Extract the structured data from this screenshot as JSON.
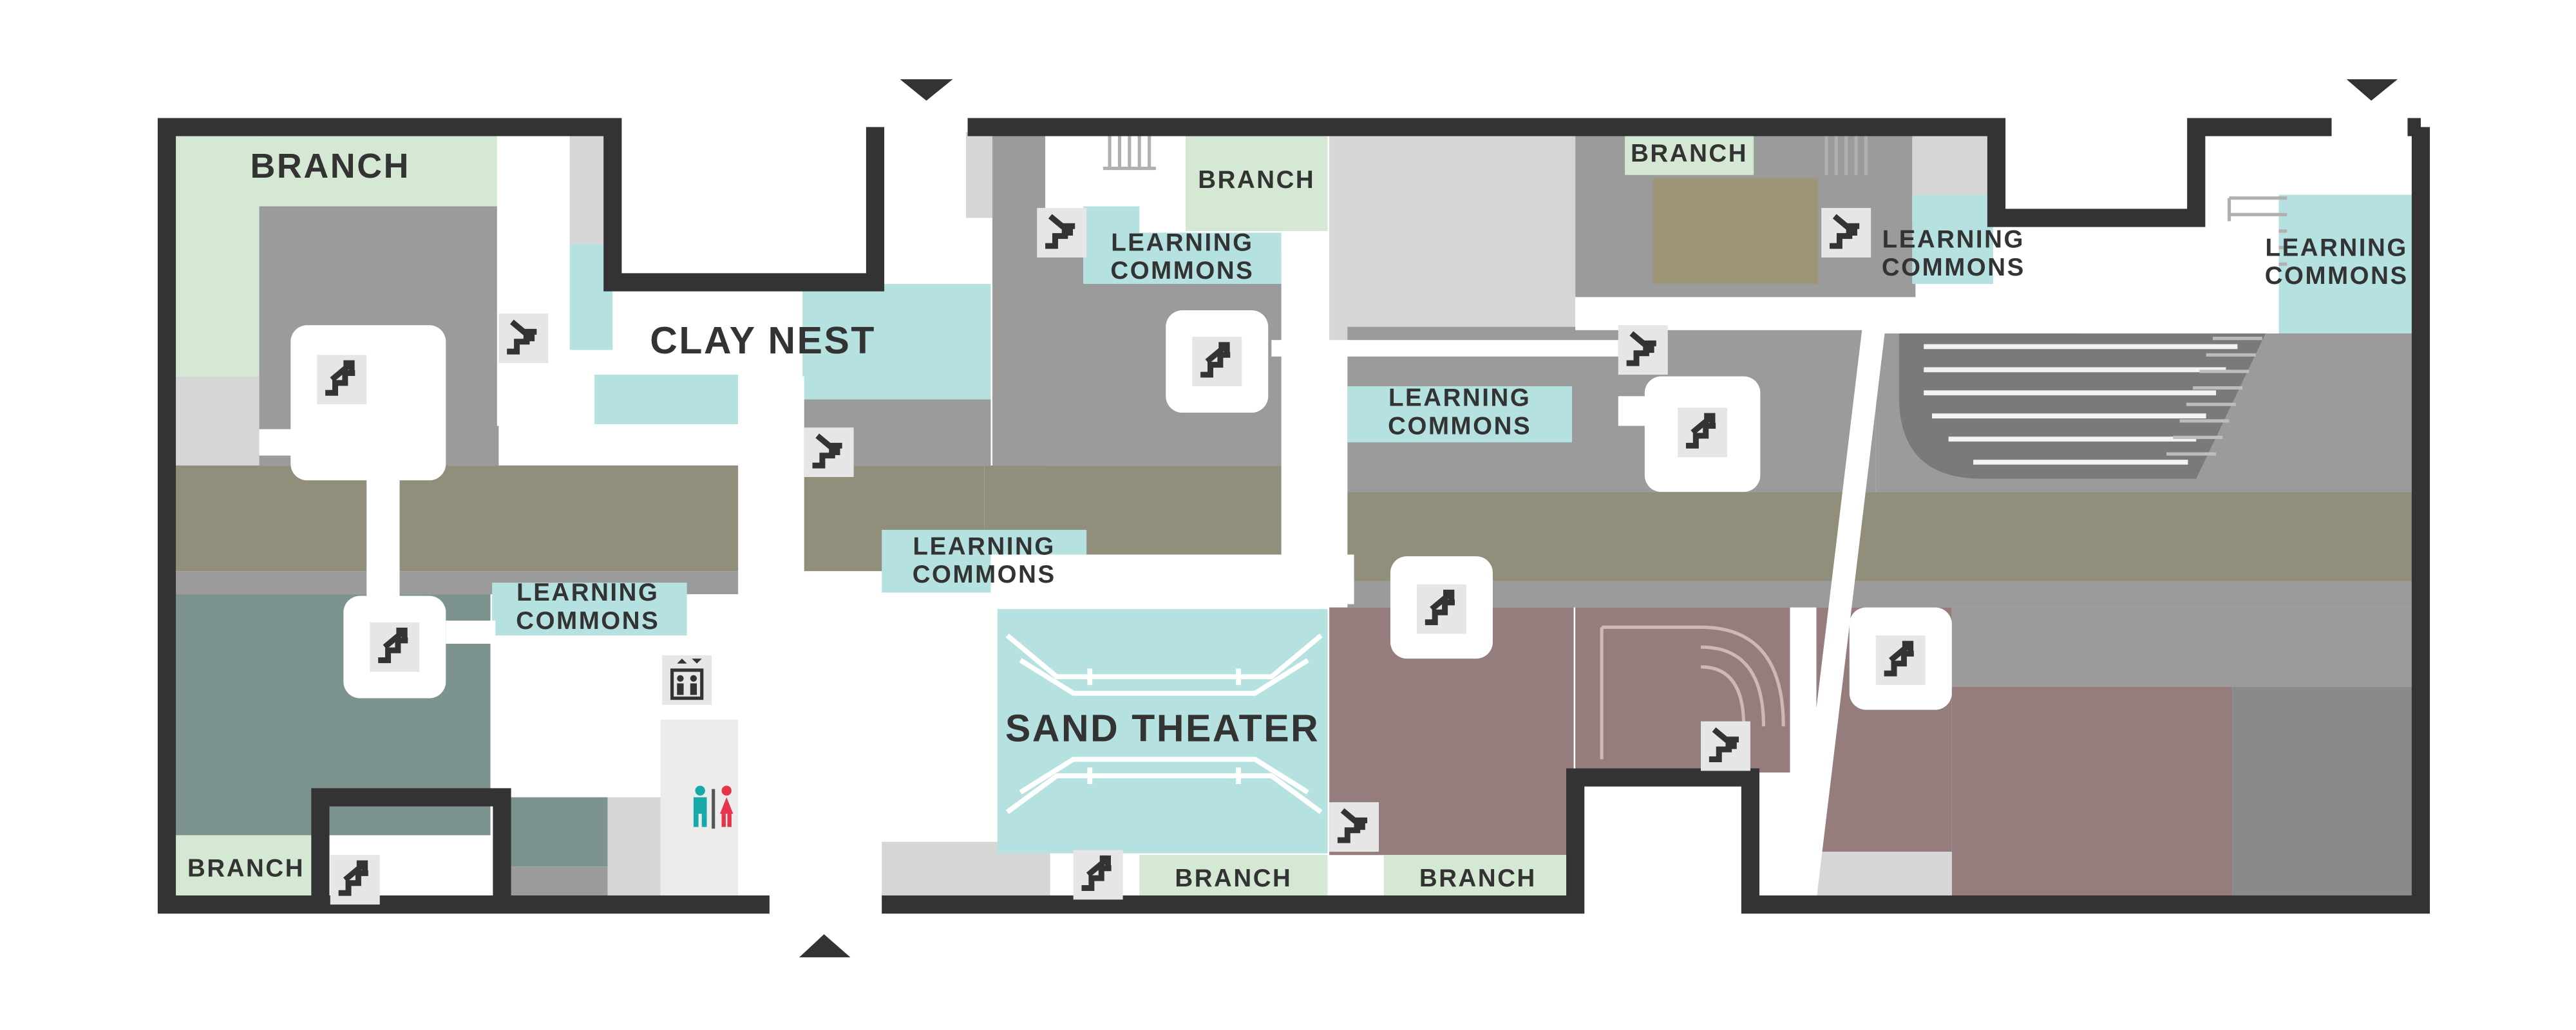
{
  "map": {
    "colors": {
      "learning_commons": "#b5e2e0",
      "branch": "#d4e8d4",
      "corridor": "#918f7c",
      "service": "#9b9b9b",
      "light_gray": "#d6d6d6",
      "dark_teal": "#7d9390",
      "mauve": "#957d7d",
      "olive": "#9c9578",
      "restroom_men": "#16a9a7",
      "restroom_women": "#e8344a",
      "walls": "#333333"
    },
    "labels": {
      "branch_top_left": "BRANCH",
      "branch_top_mid": "BRANCH",
      "branch_top_right": "BRANCH",
      "branch_bottom_left": "BRANCH",
      "branch_bottom_mid1": "BRANCH",
      "branch_bottom_mid2": "BRANCH",
      "clay_nest": "CLAY NEST",
      "sand_theater": "SAND THEATER",
      "lc_top_center": [
        "LEARNING",
        "COMMONS"
      ],
      "lc_mid_center": [
        "LEARNING",
        "COMMONS"
      ],
      "lc_left": [
        "LEARNING",
        "COMMONS"
      ],
      "lc_center": [
        "LEARNING",
        "COMMONS"
      ],
      "lc_top_right": [
        "LEARNING",
        "COMMONS"
      ],
      "lc_far_right": [
        "LEARNING",
        "COMMONS"
      ]
    },
    "icons": {
      "stairs_up": "stairs-up-icon",
      "stairs_down": "stairs-down-icon",
      "elevator": "elevator-icon",
      "restroom": "restroom-icon",
      "entrance": "entrance-arrow-icon"
    }
  }
}
